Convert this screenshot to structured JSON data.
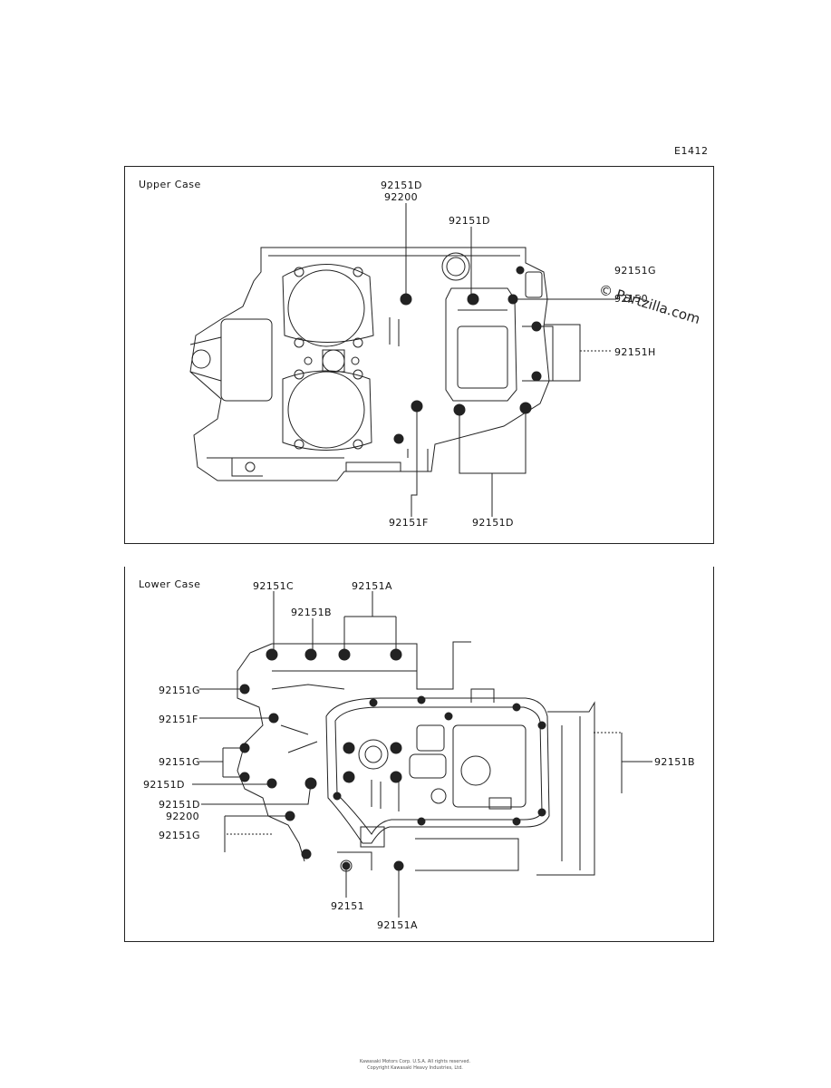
{
  "figure_code": "E1412",
  "upper": {
    "title": "Upper Case",
    "labels": {
      "d_top": "92151D",
      "n92200": "92200",
      "d_mid": "92151D",
      "g": "92151G",
      "c": "92150",
      "h": "92151H",
      "f": "92151F",
      "d_bottom": "92151D"
    }
  },
  "lower": {
    "title": "Lower Case",
    "labels": {
      "c": "92151C",
      "a_top": "92151A",
      "b_top": "92151B",
      "g1": "92151G",
      "f": "92151F",
      "g2": "92151G",
      "d1": "92151D",
      "d2": "92151D",
      "n92200": "92200",
      "g3": "92151G",
      "b_right": "92151B",
      "plain": "92151",
      "a_bottom": "92151A"
    }
  },
  "watermark": "© Partzilla.com",
  "footer": {
    "line1": "Kawasaki Motors Corp. U.S.A. All rights reserved.",
    "line2": "Copyright Kawasaki Heavy Industries, Ltd."
  }
}
